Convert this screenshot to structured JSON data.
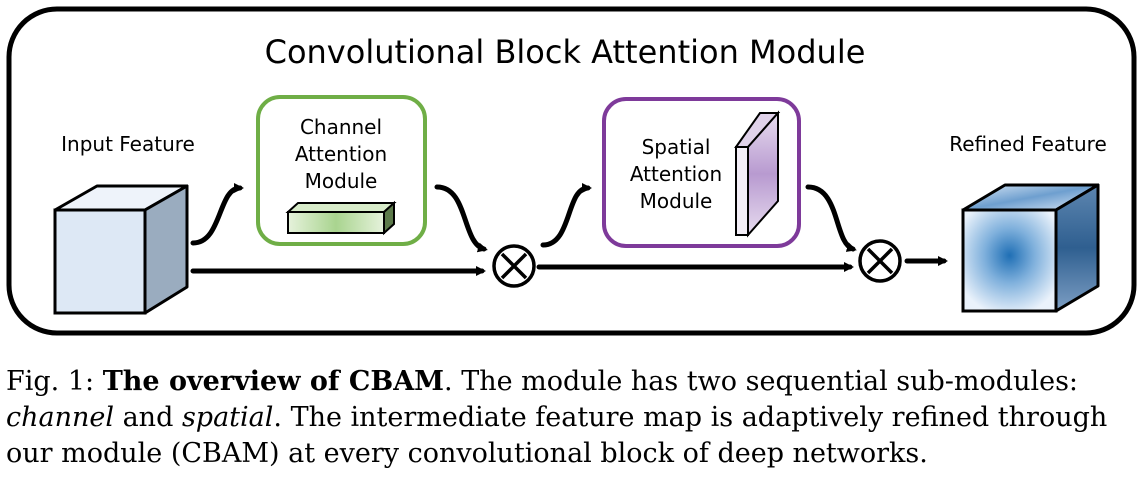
{
  "diagram": {
    "title": "Convolutional Block Attention Module",
    "input_label": "Input Feature",
    "output_label": "Refined Feature",
    "channel_module": {
      "line1": "Channel",
      "line2": "Attention",
      "line3": "Module"
    },
    "spatial_module": {
      "line1": "Spatial",
      "line2": "Attention",
      "line3": "Module"
    },
    "operator_symbol": "⊗"
  },
  "caption": {
    "fig_label": "Fig. 1:",
    "bold_title": "The overview of CBAM",
    "sentence1_rest": ". The module has two sequential sub-modules:",
    "channel_word": "channel",
    "and_word": " and ",
    "spatial_word": "spatial",
    "sentence2_start": ". The intermediate feature map is adaptively refined through",
    "line3": "our module (CBAM) at every convolutional block of deep networks."
  },
  "colors": {
    "frame": "#000000",
    "channel_border": "#6fae46",
    "spatial_border": "#7e3a9a",
    "input_cube_front": "#dde8f5",
    "refined_center": "#1f6fb5"
  }
}
